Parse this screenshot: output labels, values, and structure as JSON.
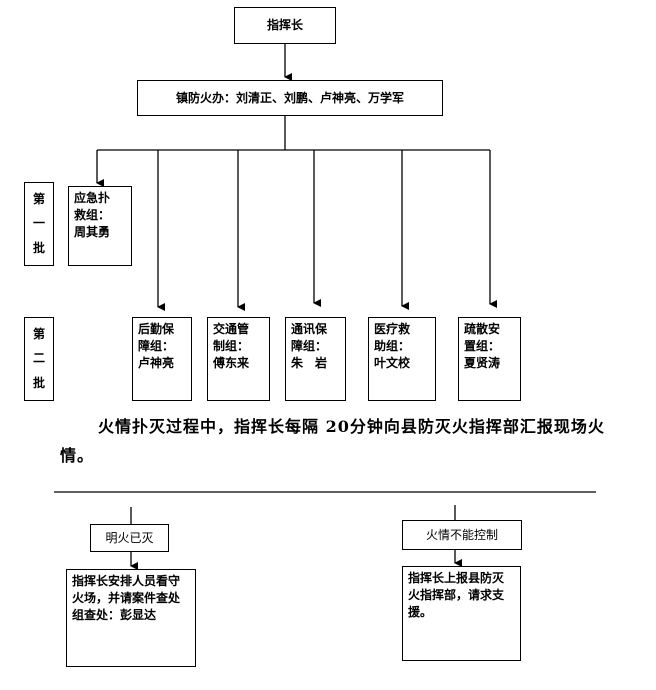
{
  "nodes": {
    "commander": "指挥长",
    "office": "镇防火办：刘清正、刘鹏、卢神亮、万学军",
    "batch1_label": [
      "第",
      "一",
      "批"
    ],
    "batch2_label": [
      "第",
      "二",
      "批"
    ],
    "emergency": [
      "应急扑",
      "救组：",
      "周其勇"
    ],
    "logistics": [
      "后勤保",
      "障组：",
      "卢神亮"
    ],
    "traffic": [
      "交通管",
      "制组：",
      "傅东来"
    ],
    "comms": [
      "通讯保",
      "障组：",
      "朱　岩"
    ],
    "medical": [
      "医疗救",
      "助组：",
      "叶文校"
    ],
    "evacuation": [
      "疏散安",
      "置组：",
      "夏贤涛"
    ],
    "fire_out": "明火已灭",
    "fire_out_action": "指挥长安排人员看守火场，并请案件查处组查处：彭显达",
    "fire_uncontrolled": "火情不能控制",
    "fire_uncontrolled_action": "指挥长上报县防灭火指挥部，请求支援。"
  },
  "paragraph": "火情扑灭过程中，指挥长每隔 20分钟向县防灭火指挥部汇报现场火情。"
}
